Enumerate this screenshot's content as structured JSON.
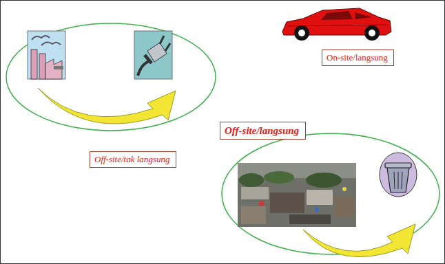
{
  "diagram": {
    "nodes": [
      {
        "text": [
          "On-site/langsung"
        ]
      },
      {
        "text": [
          "Off-site/langsung"
        ]
      },
      {
        "text": [
          "Off-site/tak langsung"
        ]
      }
    ]
  }
}
